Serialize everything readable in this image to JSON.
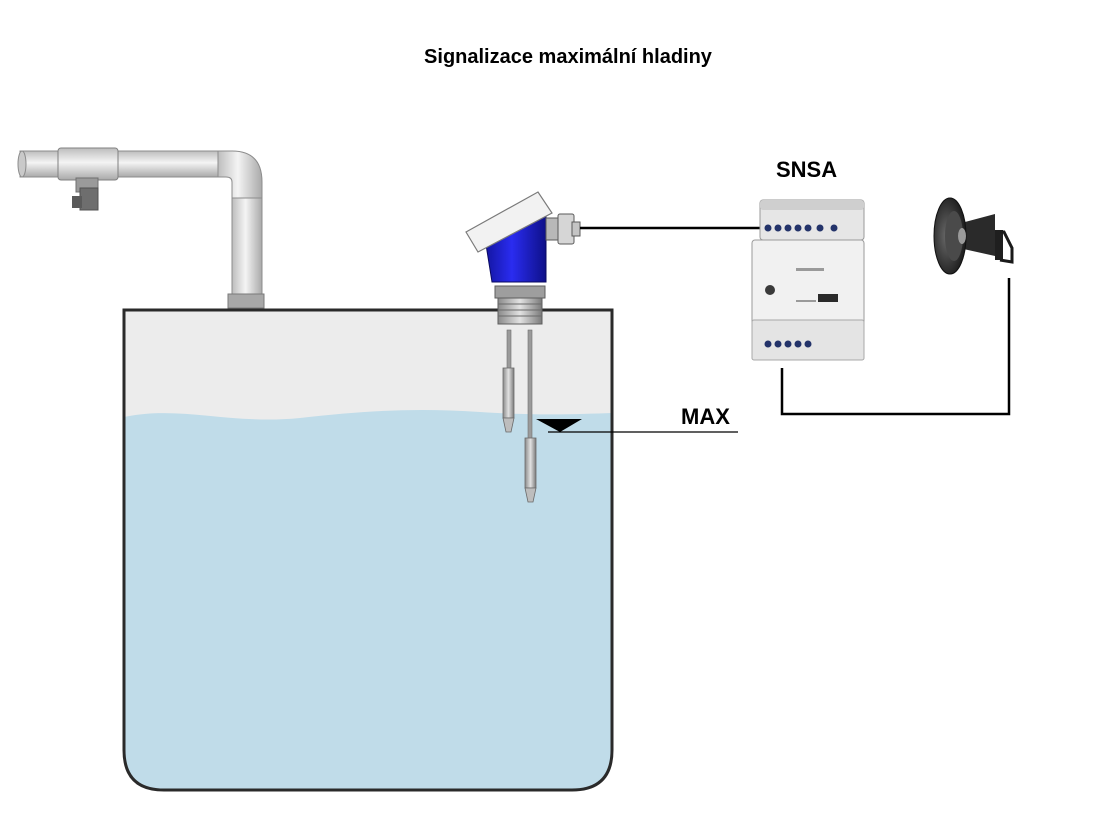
{
  "title": "Signalizace maximální hladiny",
  "labels": {
    "device": "SNSA",
    "level": "MAX"
  },
  "colors": {
    "water": "#c0dce9",
    "tank_air": "#ececec",
    "probe_head": "#1d1fd8",
    "pipe": "#d8d8d8"
  }
}
